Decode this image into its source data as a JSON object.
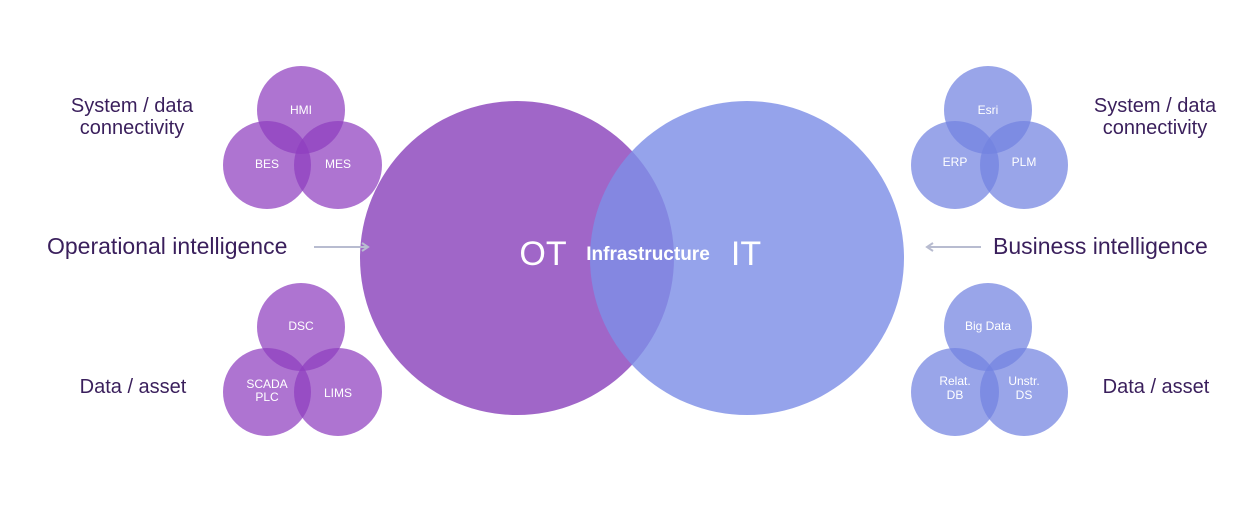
{
  "colors": {
    "ot": "#9b59c6",
    "it": "#8c9be8",
    "overlap": "#6a5fd4",
    "label_text": "#3a1f5c",
    "arrow": "#b8bcd0"
  },
  "center": {
    "left": "OT",
    "middle": "Infrastructure",
    "right": "IT"
  },
  "left": {
    "top_label_line1": "System / data",
    "top_label_line2": "connectivity",
    "middle_label": "Operational intelligence",
    "bottom_label": "Data / asset",
    "top_cluster": [
      "HMI",
      "BES",
      "MES"
    ],
    "bottom_cluster": [
      "DSC",
      "SCADA PLC",
      "LIMS"
    ]
  },
  "right": {
    "top_label_line1": "System / data",
    "top_label_line2": "connectivity",
    "middle_label": "Business intelligence",
    "bottom_label": "Data / asset",
    "top_cluster": [
      "Esri",
      "ERP",
      "PLM"
    ],
    "bottom_cluster": [
      "Big Data",
      "Relat. DB",
      "Unstr. DS"
    ]
  }
}
